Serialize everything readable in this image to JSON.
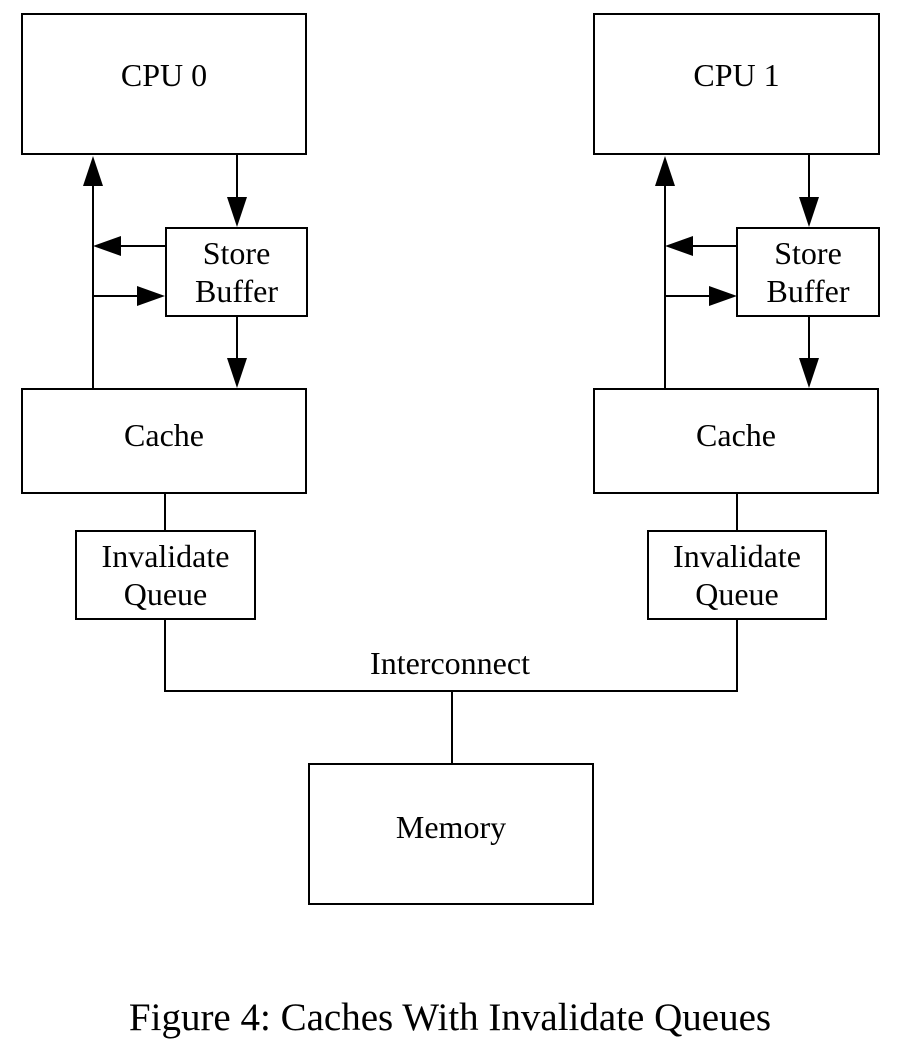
{
  "figure": {
    "caption": "Figure 4: Caches With Invalidate Queues"
  },
  "diagram": {
    "background_color": "#ffffff",
    "line_color": "#000000",
    "nodes": {
      "cpu0": {
        "label": "CPU 0"
      },
      "cpu1": {
        "label": "CPU 1"
      },
      "store_buffer0": {
        "label": "Store Buffer"
      },
      "store_buffer1": {
        "label": "Store Buffer"
      },
      "cache0": {
        "label": "Cache"
      },
      "cache1": {
        "label": "Cache"
      },
      "invalidate_queue0": {
        "label": "Invalidate Queue"
      },
      "invalidate_queue1": {
        "label": "Invalidate Queue"
      },
      "memory": {
        "label": "Memory"
      }
    },
    "bus": {
      "label": "Interconnect"
    },
    "edges": [
      {
        "from": "cpu0",
        "to": "store_buffer0",
        "arrow": "down"
      },
      {
        "from": "store_buffer0",
        "to": "cache0",
        "arrow": "down"
      },
      {
        "from": "cache0",
        "to": "cpu0",
        "arrow": "up"
      },
      {
        "from": "store_buffer0",
        "to": "cache0-cpu0-path",
        "arrow": "left"
      },
      {
        "from": "cache0-cpu0-path",
        "to": "store_buffer0",
        "arrow": "right"
      },
      {
        "from": "cache0",
        "to": "invalidate_queue0",
        "arrow": "none"
      },
      {
        "from": "invalidate_queue0",
        "to": "interconnect",
        "arrow": "none"
      },
      {
        "from": "cpu1",
        "to": "store_buffer1",
        "arrow": "down"
      },
      {
        "from": "store_buffer1",
        "to": "cache1",
        "arrow": "down"
      },
      {
        "from": "cache1",
        "to": "cpu1",
        "arrow": "up"
      },
      {
        "from": "store_buffer1",
        "to": "cache1-cpu1-path",
        "arrow": "left"
      },
      {
        "from": "cache1-cpu1-path",
        "to": "store_buffer1",
        "arrow": "right"
      },
      {
        "from": "cache1",
        "to": "invalidate_queue1",
        "arrow": "none"
      },
      {
        "from": "invalidate_queue1",
        "to": "interconnect",
        "arrow": "none"
      },
      {
        "from": "interconnect",
        "to": "memory",
        "arrow": "none"
      }
    ]
  }
}
